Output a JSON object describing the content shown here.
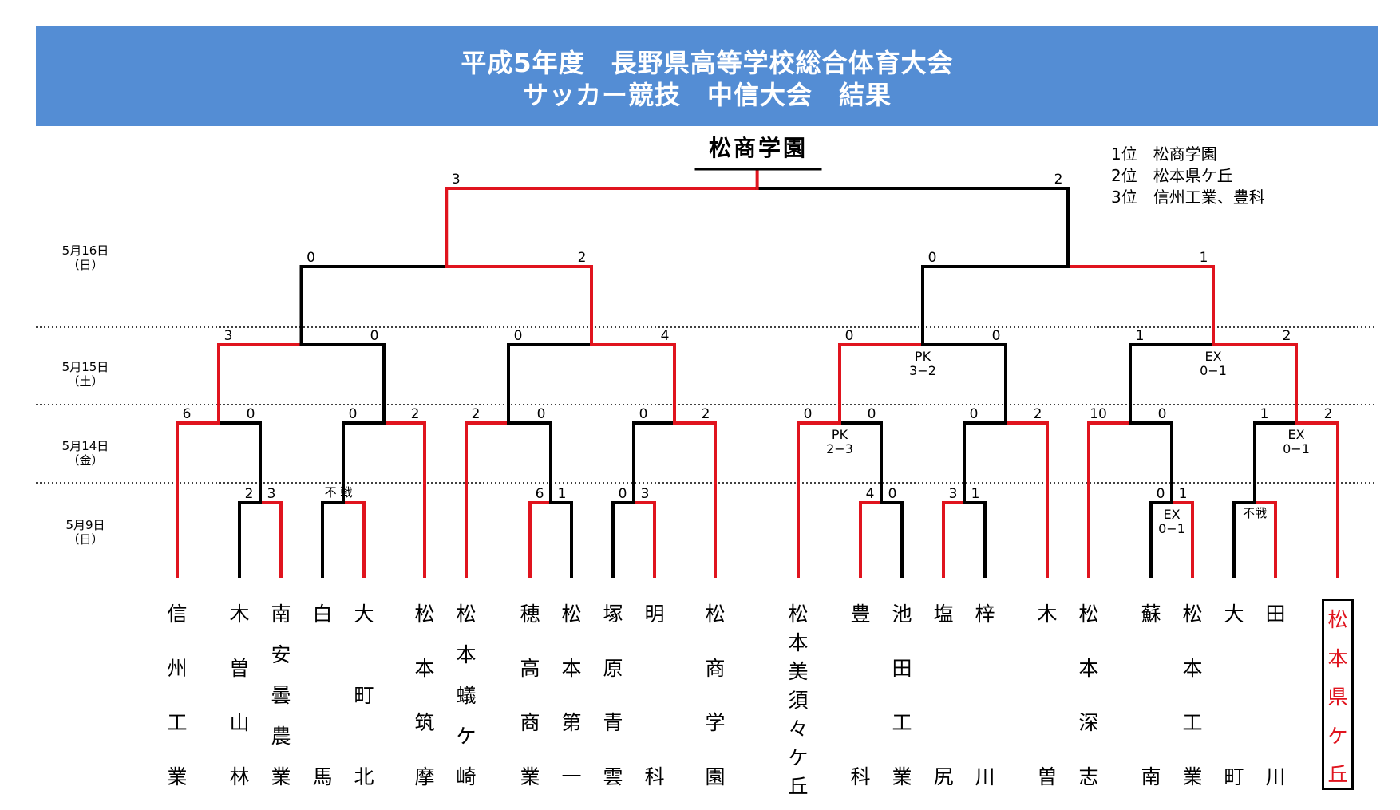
{
  "header": {
    "title_line1": "平成5年度　長野県高等学校総合体育大会",
    "title_line2": "サッカー競技　中信大会　結果"
  },
  "champion": "松商学園",
  "rankings": [
    "1位　松商学園",
    "2位　松本県ケ丘",
    "3位　信州工業、豊科"
  ],
  "dates": [
    {
      "day": "5月16日",
      "weekday": "（日）"
    },
    {
      "day": "5月15日",
      "weekday": "（土）"
    },
    {
      "day": "5月14日",
      "weekday": "（金）"
    },
    {
      "day": "5月9日",
      "weekday": "（日）"
    }
  ],
  "teams": [
    "信州工業",
    "木曽山林",
    "南安曇農業",
    "白馬",
    "大町北",
    "松本筑摩",
    "松本蟻ケ崎",
    "穂高商業",
    "松本第一",
    "塚原青雲",
    "明科",
    "松商学園",
    "松本美須々ケ丘",
    "豊科",
    "池田工業",
    "塩尻",
    "梓川",
    "木曽",
    "松本深志",
    "蘇南",
    "松本工業",
    "大町",
    "田川",
    "松本県ケ丘"
  ],
  "colors": {
    "winner_line": "#e0141e",
    "loser_line": "#000000",
    "banner": "#548dd4"
  }
}
